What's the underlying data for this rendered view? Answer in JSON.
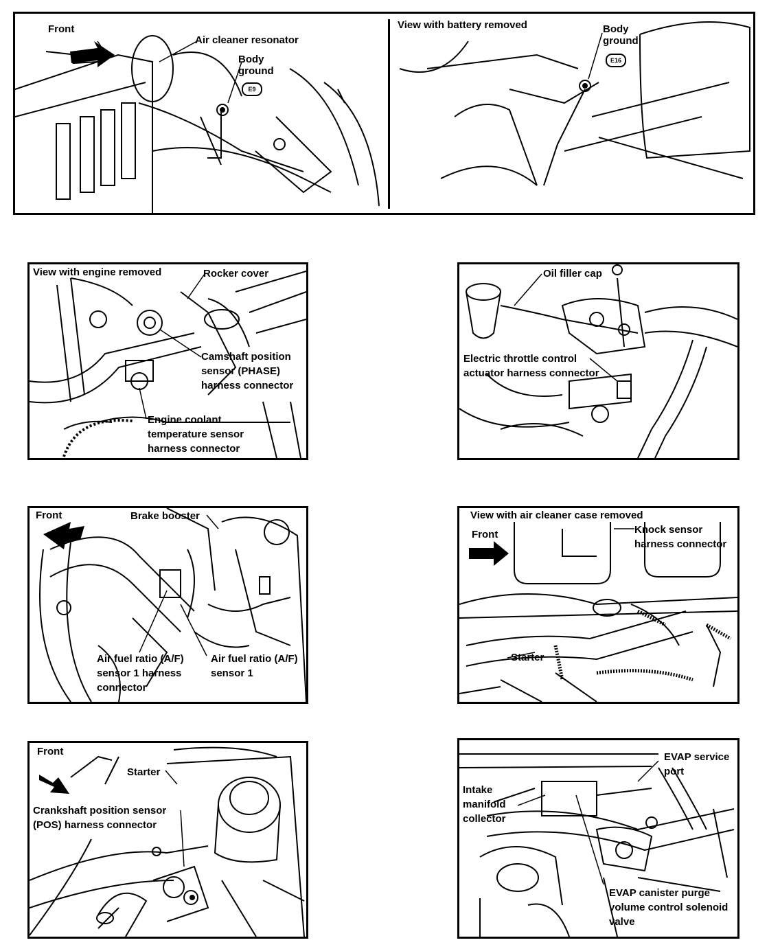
{
  "panel1": {
    "left_front": "Front",
    "left_resonator": "Air cleaner resonator",
    "left_ground": "Body\nground",
    "left_badge": "E9",
    "right_view": "View with battery removed",
    "right_ground": "Body\nground",
    "right_badge": "E16"
  },
  "panel2": {
    "view": "View with engine removed",
    "rocker": "Rocker cover",
    "camshaft": "Camshaft position\nsensor (PHASE)\nharness connector",
    "coolant": "Engine coolant\ntemperature sensor\nharness connector"
  },
  "panel3": {
    "oil": "Oil filler cap",
    "throttle": "Electric throttle control\nactuator harness connector"
  },
  "panel4": {
    "front": "Front",
    "booster": "Brake booster",
    "af_harness": "Air fuel ratio (A/F)\nsensor 1 harness\nconnector",
    "af_sensor": "Air fuel ratio (A/F)\nsensor 1"
  },
  "panel5": {
    "view": "View with air cleaner case removed",
    "front": "Front",
    "knock": "Knock sensor\nharness connector",
    "starter": "Starter"
  },
  "panel6": {
    "front": "Front",
    "starter": "Starter",
    "crank": "Crankshaft position sensor\n(POS) harness connector"
  },
  "panel7": {
    "evap_port": "EVAP service\nport",
    "intake": "Intake\nmanifold\ncollector",
    "evap_valve": "EVAP canister purge\nvolume control solenoid\nvalve"
  }
}
